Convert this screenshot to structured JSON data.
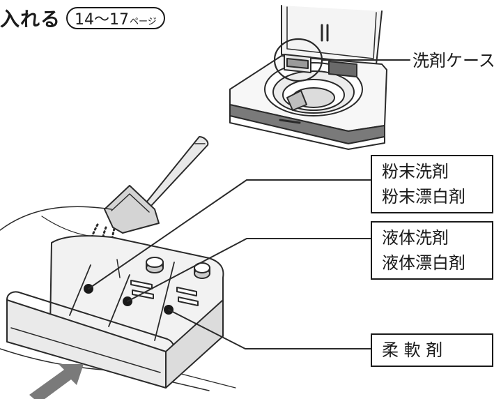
{
  "heading": {
    "text": "入れる",
    "page_ref": {
      "pages": "14〜17",
      "suffix": "ページ"
    }
  },
  "labels": {
    "detergent_case": "洗剤ケース",
    "powder": [
      "粉末洗剤",
      "粉末漂白剤"
    ],
    "liquid": [
      "液体洗剤",
      "液体漂白剤"
    ],
    "softener": "柔 軟 剤"
  }
}
